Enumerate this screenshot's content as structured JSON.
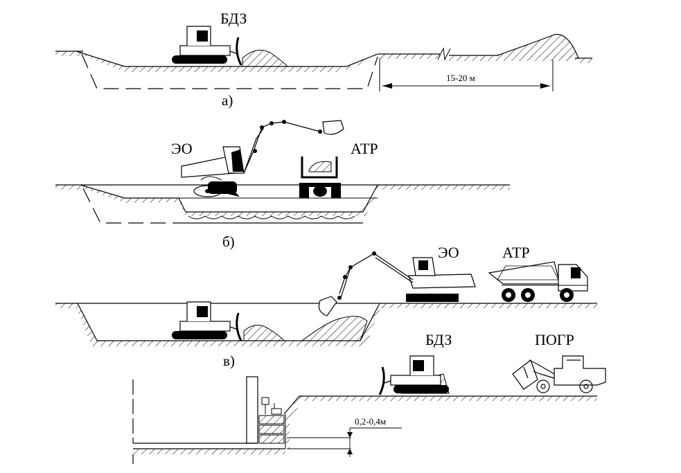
{
  "diagram": {
    "panel_a": {
      "caption": "а)",
      "machine_label": "БДЗ",
      "distance_label": "15-20 м"
    },
    "panel_b": {
      "caption": "б)",
      "excavator_label": "ЭО",
      "truck_label": "АТР"
    },
    "panel_c": {
      "caption": "в)",
      "excavator_label": "ЭО",
      "truck_label": "АТР"
    },
    "panel_d": {
      "bulldozer_label": "БДЗ",
      "loader_label": "ПОГР",
      "layer_label": "0,2-0,4м"
    }
  }
}
